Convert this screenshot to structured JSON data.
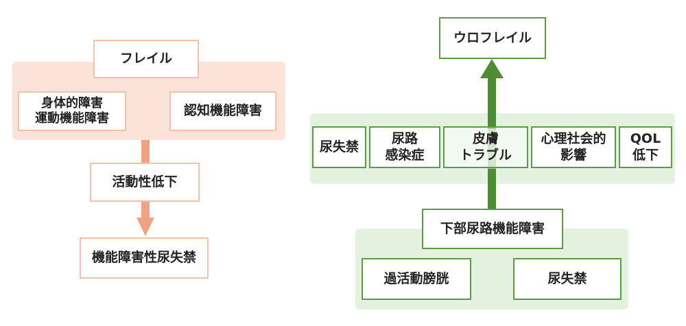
{
  "left": {
    "frailty": "フレイル",
    "physical_disability_line1": "身体的障害",
    "physical_disability_line2": "運動機能障害",
    "cognitive_disability": "認知機能障害",
    "activity_decline": "活動性低下",
    "functional_incontinence": "機能障害性尿失禁"
  },
  "right": {
    "urofrailty": "ウロフレイル",
    "factors": [
      {
        "line1": "尿失禁",
        "line2": ""
      },
      {
        "line1": "尿路",
        "line2": "感染症"
      },
      {
        "line1": "皮膚",
        "line2": "トラブル"
      },
      {
        "line1": "心理社会的",
        "line2": "影響"
      },
      {
        "line1": "QOL",
        "line2": "低下"
      }
    ],
    "luts": "下部尿路機能障害",
    "overactive_bladder": "過活動膀胱",
    "incontinence": "尿失禁"
  },
  "colors": {
    "left_panel": "#fbe3d9",
    "left_border": "#f2c1ac",
    "left_arrow": "#f0a383",
    "right_panel": "#e4f3df",
    "right_border": "#5c9a44",
    "right_arrow": "#4f8d35"
  }
}
